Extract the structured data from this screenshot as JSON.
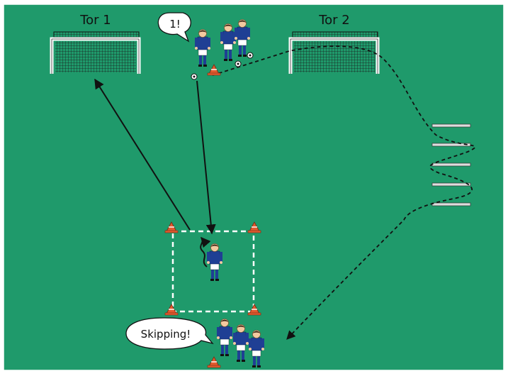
{
  "colors": {
    "pitch": "#1f9a6b",
    "jersey": "#1f3f94",
    "shorts": "#ffffff",
    "skin": "#f3c9a0",
    "cone": "#e15b2f",
    "net": "#1c1c1c",
    "line": "#111111",
    "marking": "#ffffff"
  },
  "goals": [
    {
      "label": "Tor 1"
    },
    {
      "label": "Tor 2"
    }
  ],
  "callouts": {
    "top": "1!",
    "bottom": "Skipping!"
  }
}
